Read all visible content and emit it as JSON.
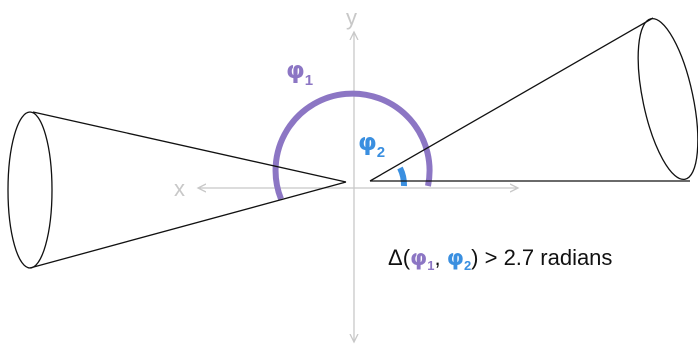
{
  "axes": {
    "x_label": "x",
    "y_label": "y",
    "color": "#c8c8c8"
  },
  "angles": {
    "phi1": {
      "symbol": "φ",
      "subscript": "1",
      "color": "#8c76c4"
    },
    "phi2": {
      "symbol": "φ",
      "subscript": "2",
      "color": "#3a8fe0"
    }
  },
  "inequality": {
    "prefix": "Δ(",
    "phi1_symbol": "φ",
    "phi1_subscript": "1",
    "separator": ", ",
    "phi2_symbol": "φ",
    "phi2_subscript": "2",
    "suffix": ") > 2.7 radians"
  }
}
